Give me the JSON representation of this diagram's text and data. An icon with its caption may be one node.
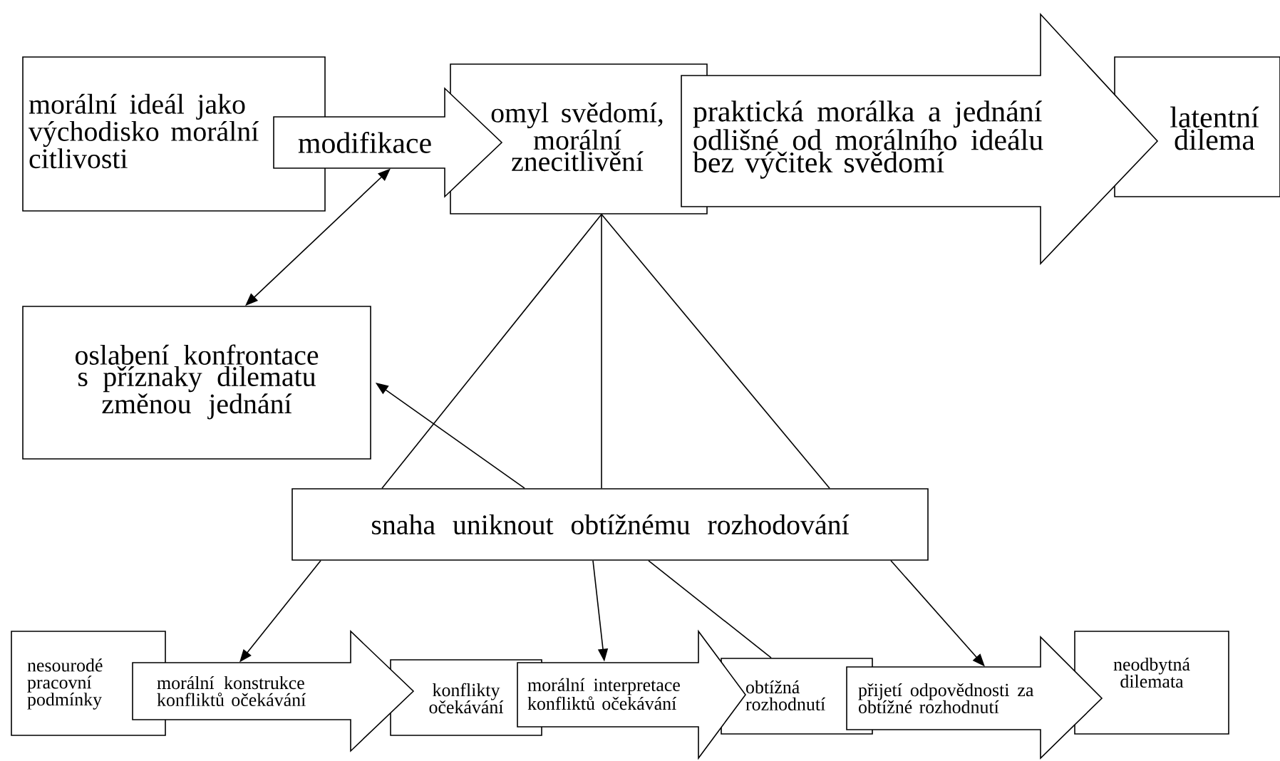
{
  "diagram": {
    "nodes": [
      {
        "text": [
          "morální ideál jako východisko morální citlivosti"
        ]
      },
      {
        "text": [
          "modifikace"
        ]
      },
      {
        "text": [
          "omyl svědomí, morální znecitlivění"
        ]
      },
      {
        "text": [
          "praktická morálka a jednání odlišné od morálního ideálu bez výčitek svědomí"
        ]
      },
      {
        "text": [
          "latentní dilema"
        ]
      },
      {
        "text": [
          "oslabení konfrontace s příznaky dilematu změnou jednání"
        ]
      },
      {
        "text": [
          "snaha uniknout obtížnému rozhodování"
        ]
      },
      {
        "text": [
          "nesourodé pracovní podmínky"
        ]
      },
      {
        "text": [
          "morální konstrukce konfliktů očekávání"
        ]
      },
      {
        "text": [
          "konflikty očekávání"
        ]
      },
      {
        "text": [
          "morální interpretace konfliktů očekávání"
        ]
      },
      {
        "text": [
          "obtížná rozhodnutí"
        ]
      },
      {
        "text": [
          "přijetí odpovědnosti za obtížné rozhodnutí"
        ]
      },
      {
        "text": [
          "neodbytná dilemata"
        ]
      }
    ],
    "edges": [
      {
        "from": 0,
        "to": 2,
        "arrow": "to"
      },
      {
        "from": 2,
        "to": 4,
        "arrow": "to"
      },
      {
        "from": 1,
        "to": 5,
        "arrow": "both"
      },
      {
        "from": 2,
        "to": 6,
        "arrow": "none"
      },
      {
        "from": 2,
        "to": 6,
        "arrow": "none"
      },
      {
        "from": 2,
        "to": 6,
        "arrow": "none"
      },
      {
        "from": 6,
        "to": 5,
        "arrow": "to"
      },
      {
        "from": 6,
        "to": 8,
        "arrow": "to"
      },
      {
        "from": 6,
        "to": 10,
        "arrow": "to"
      },
      {
        "from": 6,
        "to": 11,
        "arrow": "none"
      },
      {
        "from": 6,
        "to": 12,
        "arrow": "to"
      },
      {
        "from": 7,
        "to": 9,
        "arrow": "to"
      },
      {
        "from": 9,
        "to": 11,
        "arrow": "to"
      },
      {
        "from": 11,
        "to": 13,
        "arrow": "to"
      }
    ]
  }
}
